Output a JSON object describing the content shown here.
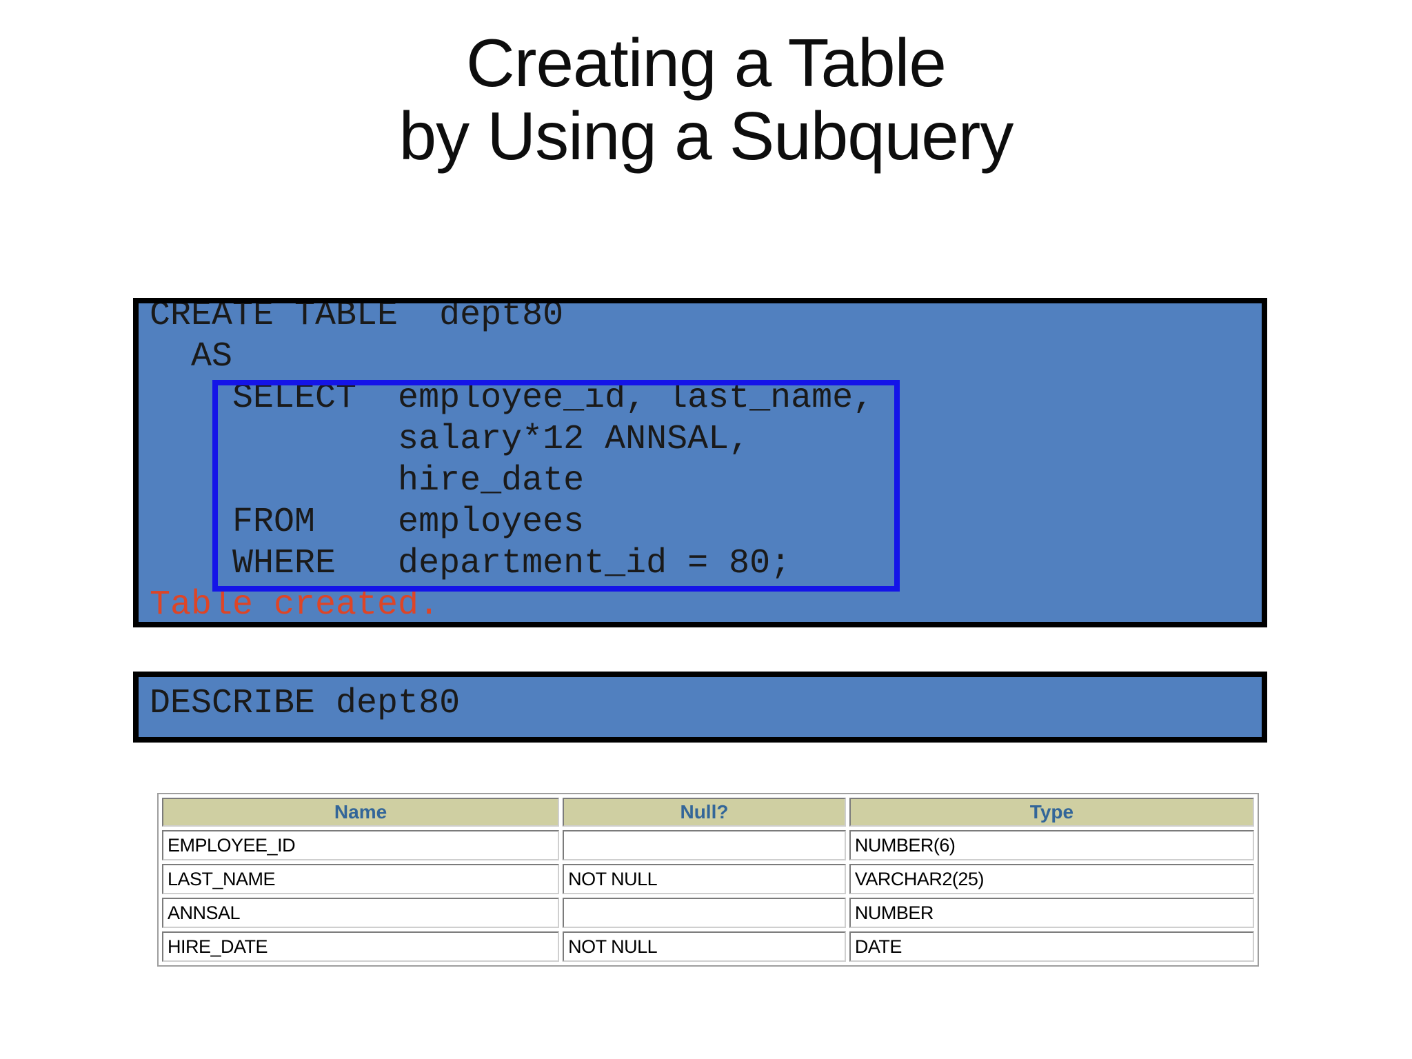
{
  "title": {
    "line1": "Creating a Table",
    "line2": "by Using a Subquery"
  },
  "sql": {
    "lines": [
      "CREATE TABLE  dept80",
      "  AS",
      "    SELECT  employee_id, last_name,",
      "            salary*12 ANNSAL,",
      "            hire_date",
      "    FROM    employees",
      "    WHERE   department_id = 80;"
    ],
    "result_message": "Table created."
  },
  "describe": {
    "command": "DESCRIBE dept80"
  },
  "result_table": {
    "headers": [
      "Name",
      "Null?",
      "Type"
    ],
    "rows": [
      {
        "name": "EMPLOYEE_ID",
        "null": "",
        "type": "NUMBER(6)"
      },
      {
        "name": "LAST_NAME",
        "null": "NOT NULL",
        "type": "VARCHAR2(25)"
      },
      {
        "name": "ANNSAL",
        "null": "",
        "type": "NUMBER"
      },
      {
        "name": "HIRE_DATE",
        "null": "NOT NULL",
        "type": "DATE"
      }
    ]
  },
  "colors": {
    "slide_background": "#ffffff",
    "title_text": "#0d0d0d",
    "code_box_background": "#5180bf",
    "code_box_border": "#000000",
    "subquery_highlight_border": "#1414e8",
    "code_text": "#1a1a1a",
    "result_message_text": "#dd4527",
    "table_header_background": "#cfcfa2",
    "table_header_text": "#336699",
    "table_cell_text": "#000000"
  }
}
